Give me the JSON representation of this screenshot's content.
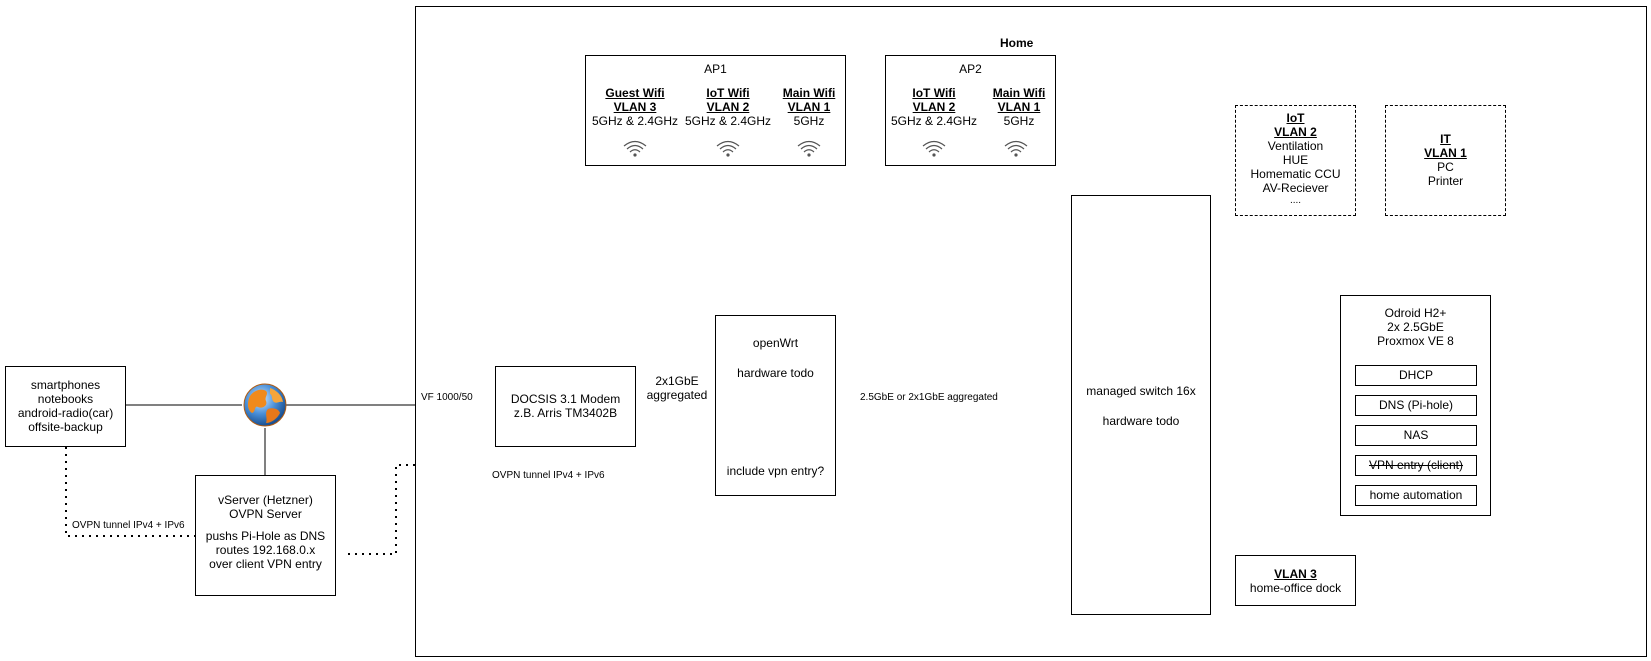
{
  "home": {
    "title": "Home"
  },
  "clients": {
    "lines": [
      "smartphones",
      "notebooks",
      "android-radio(car)",
      "offsite-backup"
    ]
  },
  "internet": {
    "icon": "globe-icon"
  },
  "vserver": {
    "lines": [
      "vServer (Hetzner)",
      "OVPN Server",
      "",
      "pushs Pi-Hole as DNS",
      "routes 192.168.0.x",
      "over client VPN entry"
    ]
  },
  "modem": {
    "lines": [
      "DOCSIS 3.1 Modem",
      "z.B. Arris TM3402B"
    ]
  },
  "openwrt": {
    "lines": [
      "openWrt",
      "",
      "hardware todo"
    ],
    "vpn_label": "include vpn entry?"
  },
  "switch": {
    "lines": [
      "managed switch 16x",
      "",
      "hardware todo"
    ]
  },
  "ap1": {
    "title": "AP1",
    "ssids": [
      {
        "name": "Guest Wifi",
        "vlan": "VLAN 3",
        "band": "5GHz & 2.4GHz",
        "icon": "wifi-icon"
      },
      {
        "name": "IoT Wifi",
        "vlan": "VLAN 2",
        "band": "5GHz & 2.4GHz",
        "icon": "wifi-icon"
      },
      {
        "name": "Main Wifi",
        "vlan": "VLAN 1",
        "band": "5GHz",
        "icon": "wifi-icon"
      }
    ]
  },
  "ap2": {
    "title": "AP2",
    "ssids": [
      {
        "name": "IoT Wifi",
        "vlan": "VLAN 2",
        "band": "5GHz & 2.4GHz",
        "icon": "wifi-icon"
      },
      {
        "name": "Main Wifi",
        "vlan": "VLAN 1",
        "band": "5GHz",
        "icon": "wifi-icon"
      }
    ]
  },
  "iot": {
    "title": "IoT",
    "vlan": "VLAN 2",
    "devices": [
      "Ventilation",
      "HUE",
      "Homematic CCU",
      "AV-Reciever",
      "...."
    ]
  },
  "it": {
    "title": "IT",
    "vlan": "VLAN 1",
    "devices": [
      "PC",
      "Printer"
    ]
  },
  "odroid": {
    "lines": [
      "Odroid H2+",
      "2x 2.5GbE",
      "Proxmox VE 8"
    ],
    "services": [
      "DHCP",
      "DNS (Pi-hole)",
      "NAS",
      "VPN entry (client)",
      "home automation"
    ]
  },
  "vlan3dock": {
    "vlan": "VLAN 3",
    "label": "home-office dock"
  },
  "edges": {
    "vf": "VF 1000/50",
    "agg1": "2x1GbE",
    "agg2": "aggregated",
    "switch_link": "2.5GbE or 2x1GbE aggregated",
    "ovpn_left": "OVPN tunnel IPv4 + IPv6",
    "ovpn_mid": "OVPN tunnel IPv4 + IPv6"
  }
}
